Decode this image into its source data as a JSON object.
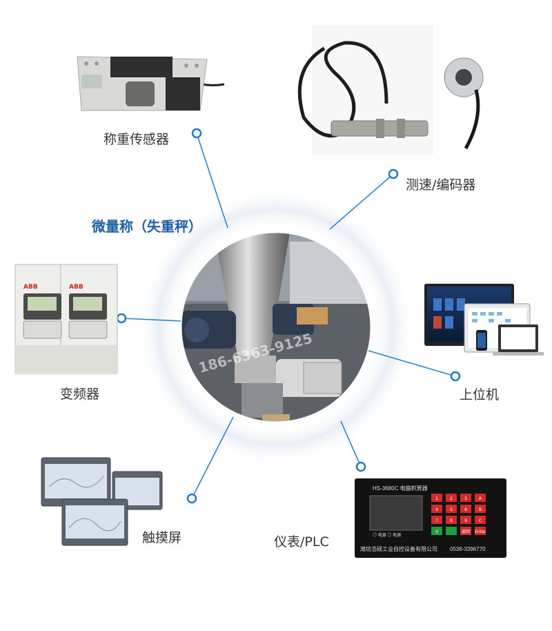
{
  "center_title": "微量称（失重秤）",
  "watermark": "186-6363-9125",
  "components": [
    {
      "label": "称重传感器"
    },
    {
      "label": "测速/编码器"
    },
    {
      "label": "变频器"
    },
    {
      "label": "上位机"
    },
    {
      "label": "触摸屏"
    },
    {
      "label": "仪表/PLC"
    }
  ],
  "meter": {
    "model": "HS-3680C 电脑积算器",
    "company": "潍坊浩硕工业自控设备有限公司",
    "phone": "0536-3396770",
    "leds": "◎ 电源  ◎ 电源",
    "keys": [
      "1",
      "2",
      "3",
      "A",
      "4",
      "5",
      "6",
      "B",
      "7",
      "8",
      "9",
      "C",
      "0",
      ".",
      "返回",
      "Enter"
    ]
  },
  "colors": {
    "accent": "#1f7bc8",
    "title": "#1f5fa8",
    "line": "#2d83c6"
  }
}
